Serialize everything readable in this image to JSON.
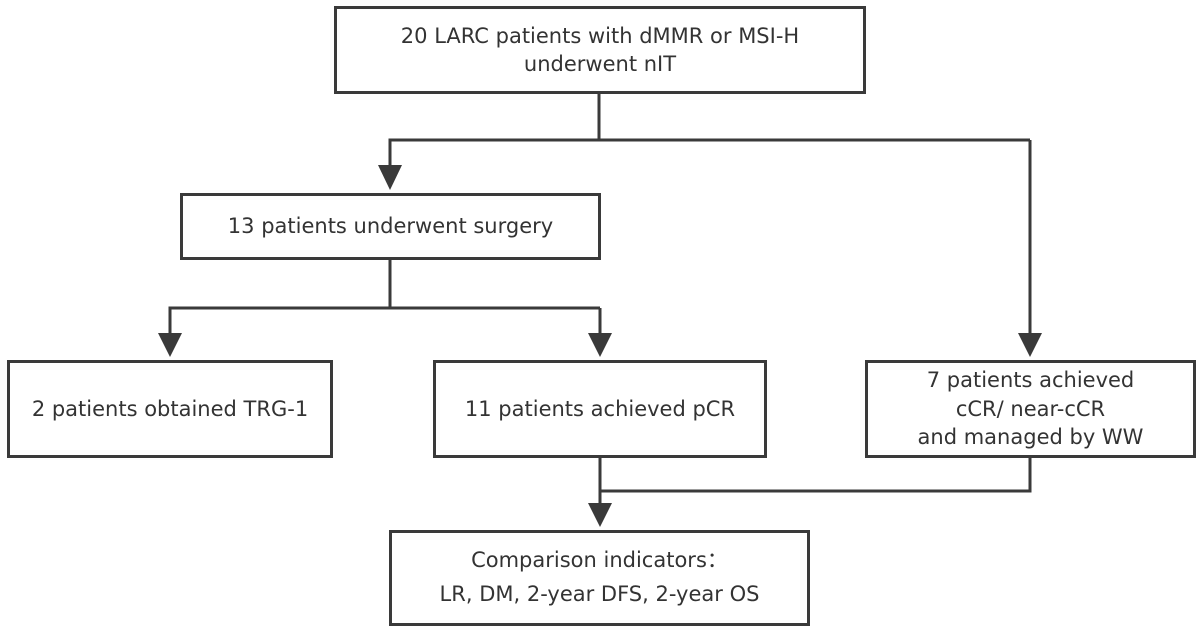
{
  "flowchart": {
    "start": {
      "line1": "20 LARC patients with dMMR or MSI-H",
      "line2": "underwent nIT"
    },
    "surgery": {
      "label": "13 patients underwent surgery"
    },
    "trg1": {
      "label": "2 patients obtained TRG-1"
    },
    "pcr": {
      "label": "11 patients achieved pCR"
    },
    "ww": {
      "line1": "7 patients achieved",
      "line2": "cCR/ near-cCR",
      "line3": "and managed by WW"
    },
    "comparison": {
      "line1": "Comparison indicators：",
      "line2": "LR, DM, 2-year DFS, 2-year OS"
    }
  },
  "colors": {
    "line": "#3a3a3a",
    "text": "#333333",
    "background": "#ffffff"
  }
}
